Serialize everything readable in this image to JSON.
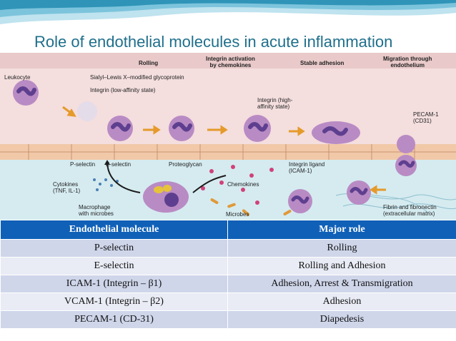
{
  "slide": {
    "title": "Role of endothelial molecules in acute inflammation"
  },
  "figure": {
    "stage_headers": [
      "Rolling",
      "Integrin activation\nby chemokines",
      "Stable adhesion",
      "Migration through\nendothelium"
    ],
    "labels": {
      "leukocyte": "Leukocyte",
      "sialyl_lewis": "Sialyl–Lewis X–modified glycoprotein",
      "integrin_low": "Integrin (low-affinity state)",
      "integrin_high": "Integrin (high-\naffinity state)",
      "pecam": "PECAM-1\n(CD31)",
      "p_selectin": "P-selectin",
      "e_selectin": "E-selectin",
      "proteoglycan": "Proteoglycan",
      "integrin_ligand": "Integrin ligand\n(ICAM-1)",
      "cytokines": "Cytokines\n(TNF, IL-1)",
      "macrophage": "Macrophage\nwith microbes",
      "chemokines": "Chemokines",
      "microbes": "Microbes",
      "fibrin": "Fibrin and fibronectin\n(extracellular matrix)"
    }
  },
  "table": {
    "headers": [
      "Endothelial molecule",
      "Major role"
    ],
    "rows": [
      [
        "P-selectin",
        "Rolling"
      ],
      [
        "E-selectin",
        "Rolling and Adhesion"
      ],
      [
        "ICAM-1 (Integrin – β1)",
        "Adhesion, Arrest & Transmigration"
      ],
      [
        "VCAM-1 (Integrin – β2)",
        "Adhesion"
      ],
      [
        "PECAM-1 (CD-31)",
        "Diapedesis"
      ]
    ]
  },
  "colors": {
    "title": "#1f6f8b",
    "header_bg": "#1060b8",
    "row_odd": "#cfd6ea",
    "row_even": "#e9ecf5",
    "vessel_top": "#f4dede",
    "tissue_bottom": "#d5ebf0",
    "leukocyte": "#b98bc4",
    "nucleus": "#5e3f8f"
  }
}
